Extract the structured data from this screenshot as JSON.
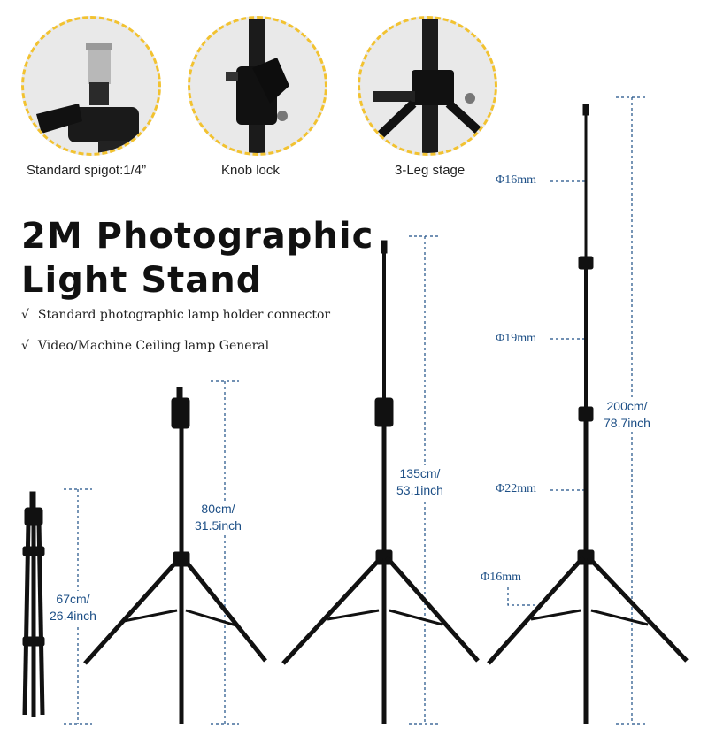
{
  "details": [
    {
      "caption": "Standard spigot:1/4”",
      "icon": "spigot-icon"
    },
    {
      "caption": "Knob lock",
      "icon": "knob-lock-icon"
    },
    {
      "caption": "3-Leg stage",
      "icon": "three-leg-stage-icon"
    }
  ],
  "title": {
    "line1": "2M Photographic",
    "line2": "Light Stand"
  },
  "features": [
    {
      "check": "√",
      "text": "Standard photographic lamp holder connector"
    },
    {
      "check": "√",
      "text": "Video/Machine Ceiling lamp General"
    }
  ],
  "heights": [
    {
      "cm": "67cm/",
      "inch": "26.4inch"
    },
    {
      "cm": "80cm/",
      "inch": "31.5inch"
    },
    {
      "cm": "135cm/",
      "inch": "53.1inch"
    },
    {
      "cm": "200cm/",
      "inch": "78.7inch"
    }
  ],
  "diameters": {
    "top": "Φ16mm",
    "middle": "Φ19mm",
    "bottom": "Φ22mm",
    "leg": "Φ16mm"
  },
  "colors": {
    "accent_ring": "#f2c230",
    "dimension": "#1d4f86",
    "stand": "#111111"
  }
}
